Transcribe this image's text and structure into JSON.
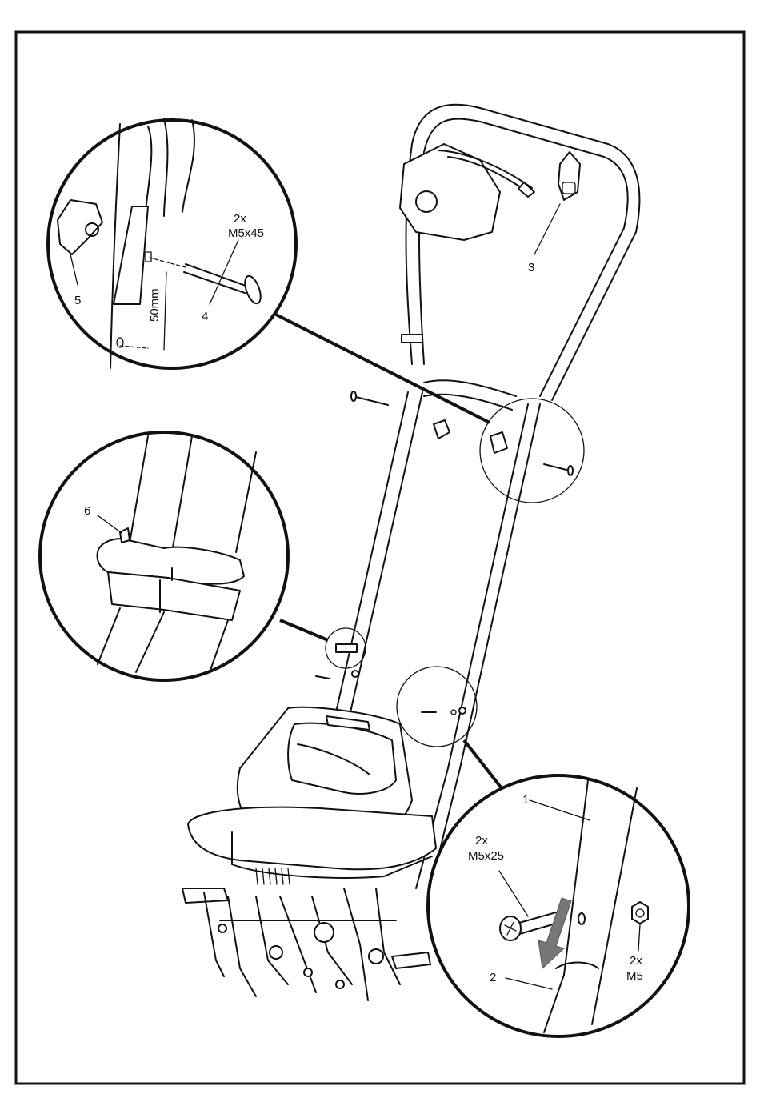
{
  "callouts": {
    "screw_top": {
      "qty": "2x",
      "size": "M5x45",
      "number": "4"
    },
    "knob": {
      "number": "5"
    },
    "dimension": "50mm",
    "cable_hook": {
      "number": "3"
    },
    "clip": {
      "number": "6"
    },
    "upper_tube": {
      "number": "1"
    },
    "lower_tube": {
      "number": "2"
    },
    "screw_bottom": {
      "qty": "2x",
      "size": "M5x25"
    },
    "nut": {
      "qty": "2x",
      "size": "M5"
    }
  },
  "colors": {
    "line": "#111111",
    "arrow": "#777777",
    "background": "#ffffff"
  }
}
